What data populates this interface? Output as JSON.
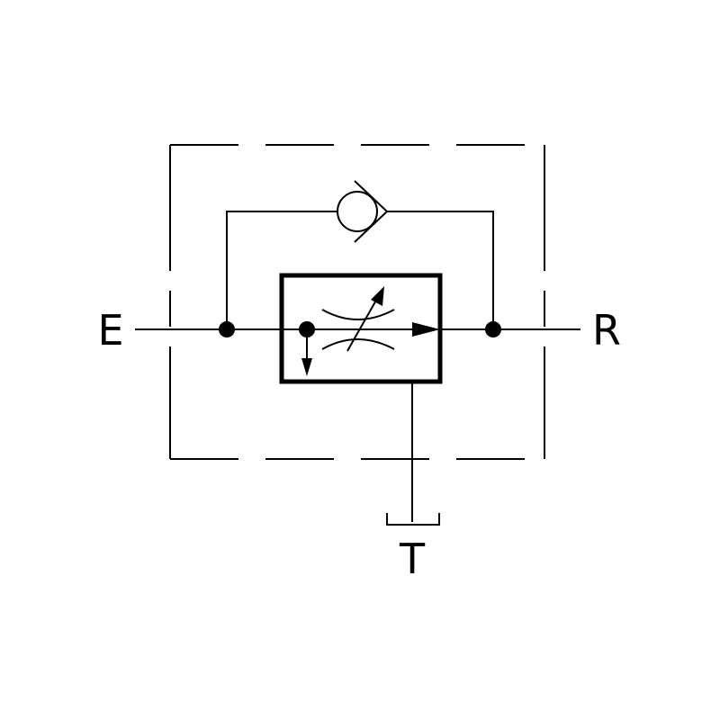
{
  "colors": {
    "line": "#000000",
    "background": "#ffffff"
  },
  "ports": {
    "inlet": "E",
    "outlet": "R",
    "tank": "T"
  },
  "components": {
    "check_valve": "check-valve-symbol",
    "flow_control": "adjustable-throttle-symbol",
    "housing": "dashed-enclosure"
  }
}
